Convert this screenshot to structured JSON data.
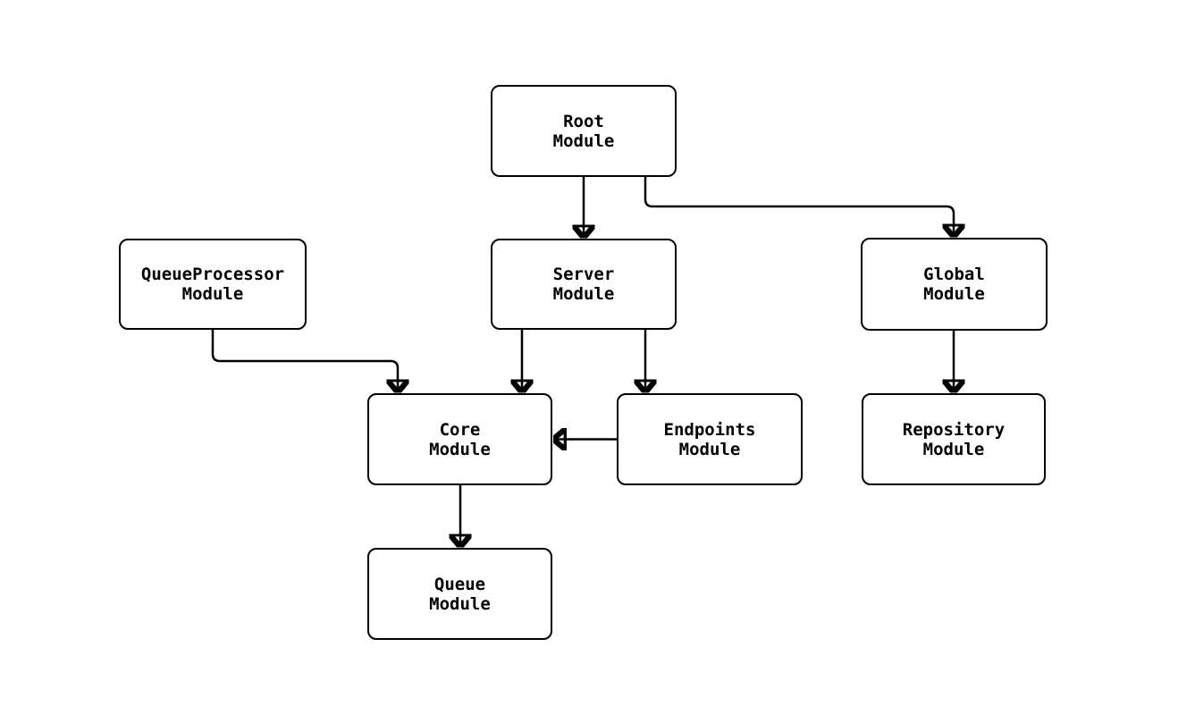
{
  "diagram": {
    "type": "flowchart",
    "background_color": "#ffffff",
    "stroke_color": "#000000",
    "node_fill_color": "#ffffff",
    "text_color": "#000000",
    "nodes": [
      {
        "id": "root",
        "line1": "Root",
        "line2": "Module"
      },
      {
        "id": "queue-processor",
        "line1": "QueueProcessor",
        "line2": "Module"
      },
      {
        "id": "server",
        "line1": "Server",
        "line2": "Module"
      },
      {
        "id": "global",
        "line1": "Global",
        "line2": "Module"
      },
      {
        "id": "core",
        "line1": "Core",
        "line2": "Module"
      },
      {
        "id": "endpoints",
        "line1": "Endpoints",
        "line2": "Module"
      },
      {
        "id": "repository",
        "line1": "Repository",
        "line2": "Module"
      },
      {
        "id": "queue",
        "line1": "Queue",
        "line2": "Module"
      }
    ],
    "edges": [
      {
        "from": "root",
        "to": "server"
      },
      {
        "from": "root",
        "to": "global"
      },
      {
        "from": "queue-processor",
        "to": "core"
      },
      {
        "from": "server",
        "to": "core"
      },
      {
        "from": "server",
        "to": "endpoints"
      },
      {
        "from": "endpoints",
        "to": "core"
      },
      {
        "from": "global",
        "to": "repository"
      },
      {
        "from": "core",
        "to": "queue"
      }
    ]
  }
}
